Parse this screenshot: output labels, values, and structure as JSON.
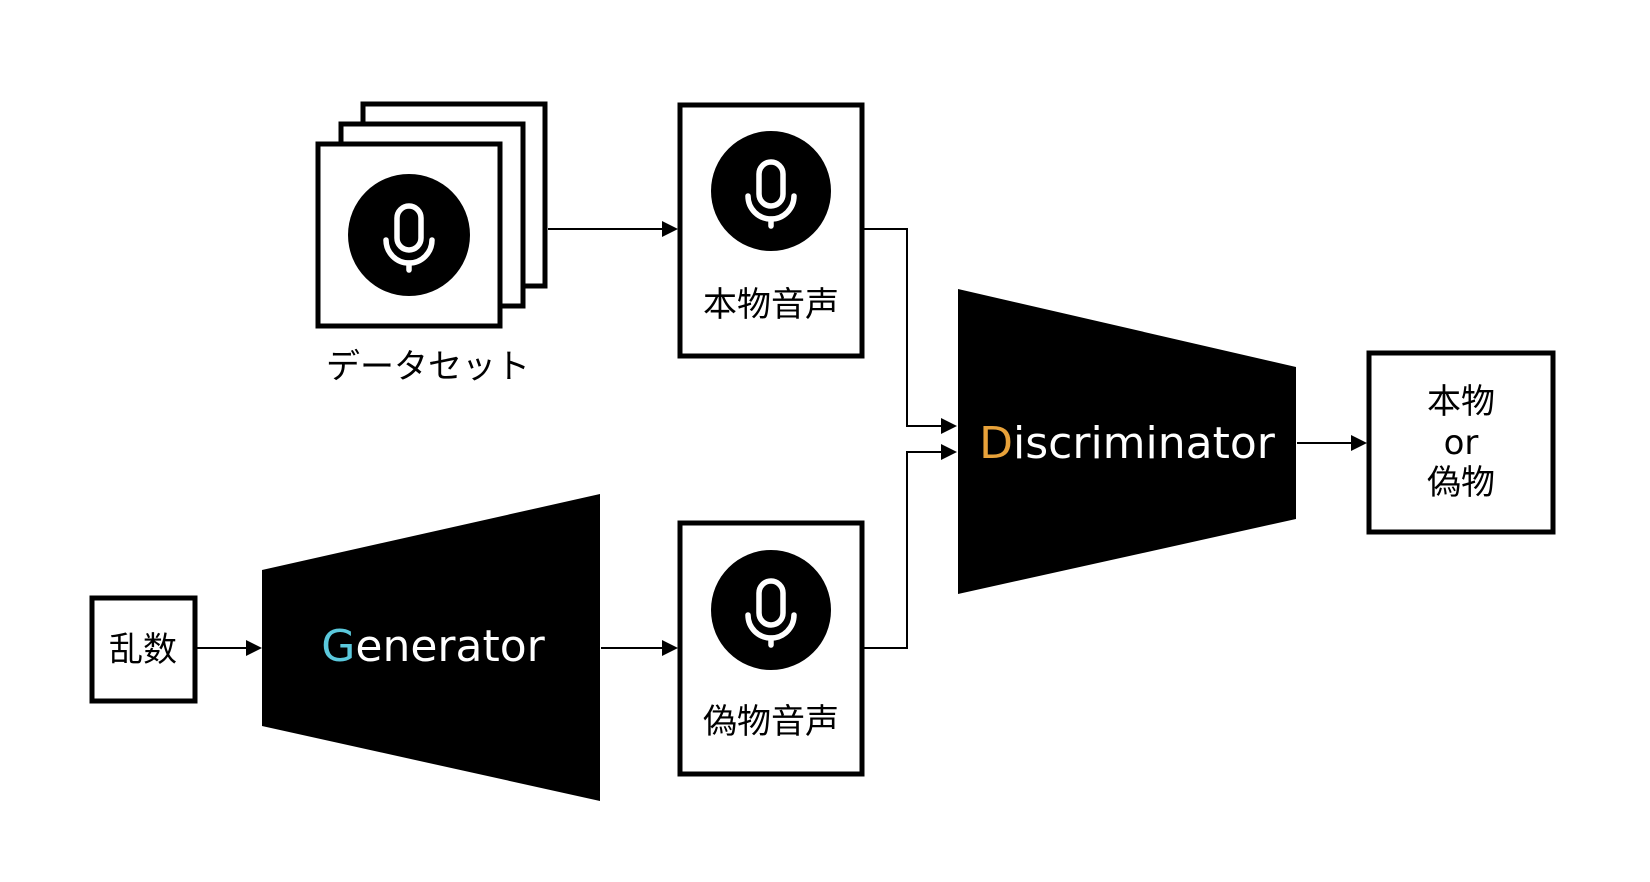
{
  "nodes": {
    "dataset": {
      "label": "データセット",
      "icon": "microphone-icon"
    },
    "real_audio": {
      "label": "本物音声",
      "icon": "microphone-icon"
    },
    "fake_audio": {
      "label": "偽物音声",
      "icon": "microphone-icon"
    },
    "noise": {
      "label": "乱数"
    },
    "generator": {
      "initial": "G",
      "rest": "enerator",
      "accent_color": "#5bc8dc"
    },
    "discriminator": {
      "initial": "D",
      "rest": "iscriminator",
      "accent_color": "#e8a23a"
    },
    "output": {
      "line1": "本物",
      "line2": "or",
      "line3": "偽物"
    }
  },
  "colors": {
    "shape_fill": "#000000",
    "background": "#ffffff",
    "network_text": "#ffffff"
  }
}
